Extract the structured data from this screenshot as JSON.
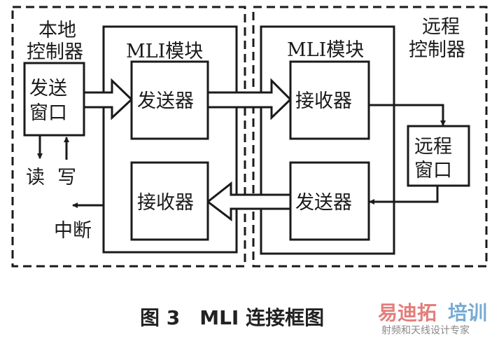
{
  "local_controller": {
    "label_line1": "本地",
    "label_line2": "控制器",
    "send_window": {
      "line1": "发送",
      "line2": "窗口"
    },
    "read_label": "读",
    "write_label": "写",
    "interrupt_label": "中断"
  },
  "local_mli": {
    "title": "MLI模块",
    "transmitter": "发送器",
    "receiver": "接收器"
  },
  "remote_mli": {
    "title": "MLI模块",
    "receiver": "接收器",
    "transmitter": "发送器"
  },
  "remote_controller": {
    "label_line1": "远程",
    "label_line2": "控制器",
    "remote_window": {
      "line1": "远程",
      "line2": "窗口"
    }
  },
  "caption": "图 3　MLI 连接框图",
  "watermark": {
    "brand_part1": "易迪拓",
    "brand_part2": "培训",
    "tagline": "射频和天线设计专家",
    "color_red": "#d9534f",
    "color_blue": "#4a90c8"
  }
}
